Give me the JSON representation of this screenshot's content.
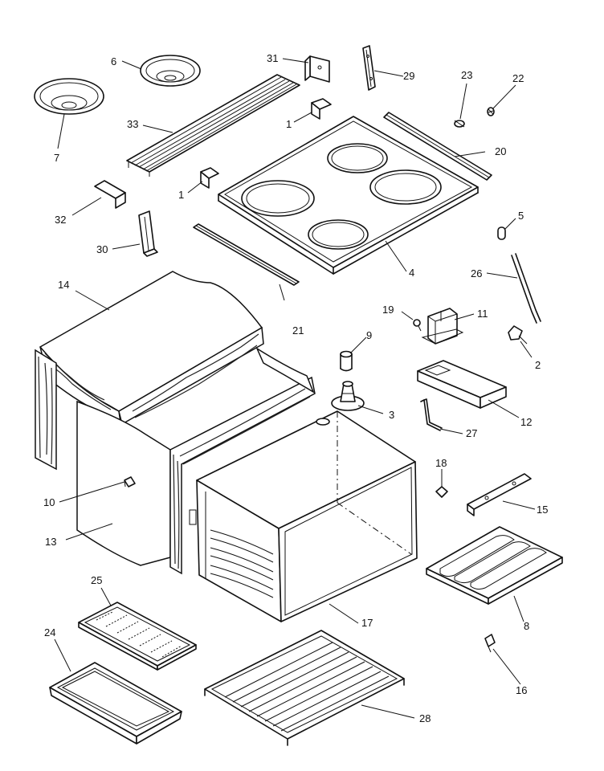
{
  "diagram": {
    "part_numbers": {
      "p1a": "1",
      "p1b": "1",
      "p2": "2",
      "p3": "3",
      "p4": "4",
      "p5": "5",
      "p6": "6",
      "p7": "7",
      "p8": "8",
      "p9": "9",
      "p10": "10",
      "p11": "11",
      "p12": "12",
      "p13": "13",
      "p14": "14",
      "p15": "15",
      "p16": "16",
      "p17": "17",
      "p18": "18",
      "p19": "19",
      "p20": "20",
      "p21": "21",
      "p22": "22",
      "p23": "23",
      "p24": "24",
      "p25": "25",
      "p26": "26",
      "p27": "27",
      "p28": "28",
      "p29": "29",
      "p30": "30",
      "p31": "31",
      "p32": "32",
      "p33": "33"
    }
  }
}
